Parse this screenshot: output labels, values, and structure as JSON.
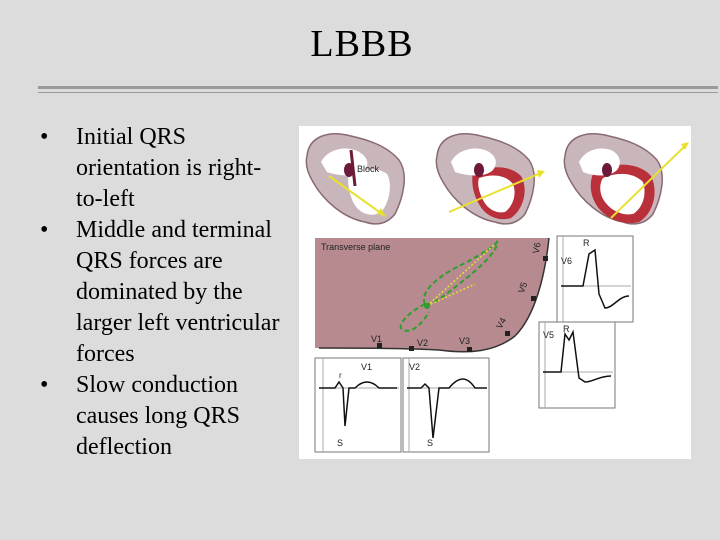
{
  "slide": {
    "title": "LBBB",
    "bullets": [
      {
        "marker": "•",
        "text": "Initial QRS orientation is right-to-left"
      },
      {
        "marker": "•",
        "text": "Middle and terminal QRS forces are dominated by the larger left ventricular forces"
      },
      {
        "marker": "•",
        "text": "Slow conduction causes long QRS deflection"
      }
    ]
  },
  "figure": {
    "block_label": "Block",
    "plane_label": "Transverse plane",
    "lead_labels": {
      "v1": "V1",
      "v2": "V2",
      "v3": "V3",
      "v4": "V4",
      "v5": "V5",
      "v6": "V6"
    },
    "wave_labels": {
      "r": "R",
      "s": "S",
      "r_small": "r"
    },
    "colors": {
      "muscle": "#b92f3a",
      "chamber": "#ffffff",
      "plane": "#b68a8e",
      "loop": "#2e9e2e",
      "vector": "#e8e030"
    }
  }
}
